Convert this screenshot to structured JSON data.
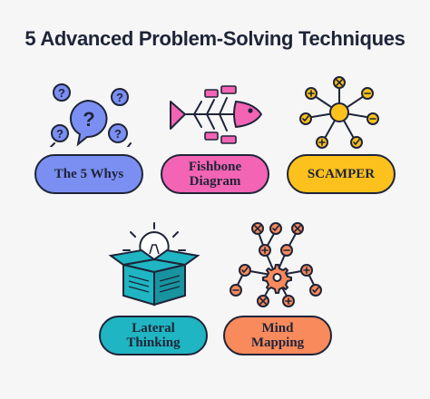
{
  "title": "5 Advanced Problem-Solving Techniques",
  "colors": {
    "ink": "#1e2438",
    "blue": "#7b8ff2",
    "pink": "#f464b4",
    "yellow": "#fcc11c",
    "teal": "#1fb5c2",
    "orange": "#f98a5c"
  },
  "techniques": [
    {
      "label": "The 5 Whys",
      "color": "#7b8ff2",
      "icon": "question-bubbles-icon"
    },
    {
      "label_line1": "Fishbone",
      "label_line2": "Diagram",
      "color": "#f464b4",
      "icon": "fishbone-icon"
    },
    {
      "label": "SCAMPER",
      "color": "#fcc11c",
      "icon": "scamper-hub-icon"
    },
    {
      "label_line1": "Lateral",
      "label_line2": "Thinking",
      "color": "#1fb5c2",
      "icon": "lightbulb-box-icon"
    },
    {
      "label_line1": "Mind",
      "label_line2": "Mapping",
      "color": "#f98a5c",
      "icon": "mind-map-icon"
    }
  ],
  "glyphs": {
    "question": "?"
  }
}
